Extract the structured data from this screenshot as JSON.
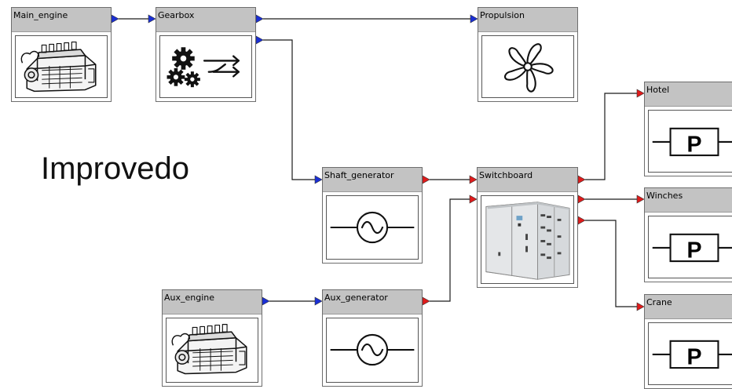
{
  "blocks": {
    "main_engine": {
      "label": "Main_engine",
      "icon": "engine-icon"
    },
    "gearbox": {
      "label": "Gearbox",
      "icon": "gearbox-icon"
    },
    "propulsion": {
      "label": "Propulsion",
      "icon": "propeller-icon"
    },
    "shaft_generator": {
      "label": "Shaft_generator",
      "icon": "generator-icon"
    },
    "switchboard": {
      "label": "Switchboard",
      "icon": "switchboard-icon"
    },
    "aux_engine": {
      "label": "Aux_engine",
      "icon": "engine-icon"
    },
    "aux_generator": {
      "label": "Aux_generator",
      "icon": "generator-icon"
    },
    "hotel": {
      "label": "Hotel",
      "icon": "power-consumer-icon",
      "symbol": "P"
    },
    "winches": {
      "label": "Winches",
      "icon": "power-consumer-icon",
      "symbol": "P"
    },
    "crane": {
      "label": "Crane",
      "icon": "power-consumer-icon",
      "symbol": "P"
    }
  },
  "watermark": "Improvedo",
  "colors": {
    "mechanical_port": "#1a2fd6",
    "electrical_port": "#e01b1b",
    "header": "#c3c3c3",
    "line": "#1a1a1a"
  }
}
